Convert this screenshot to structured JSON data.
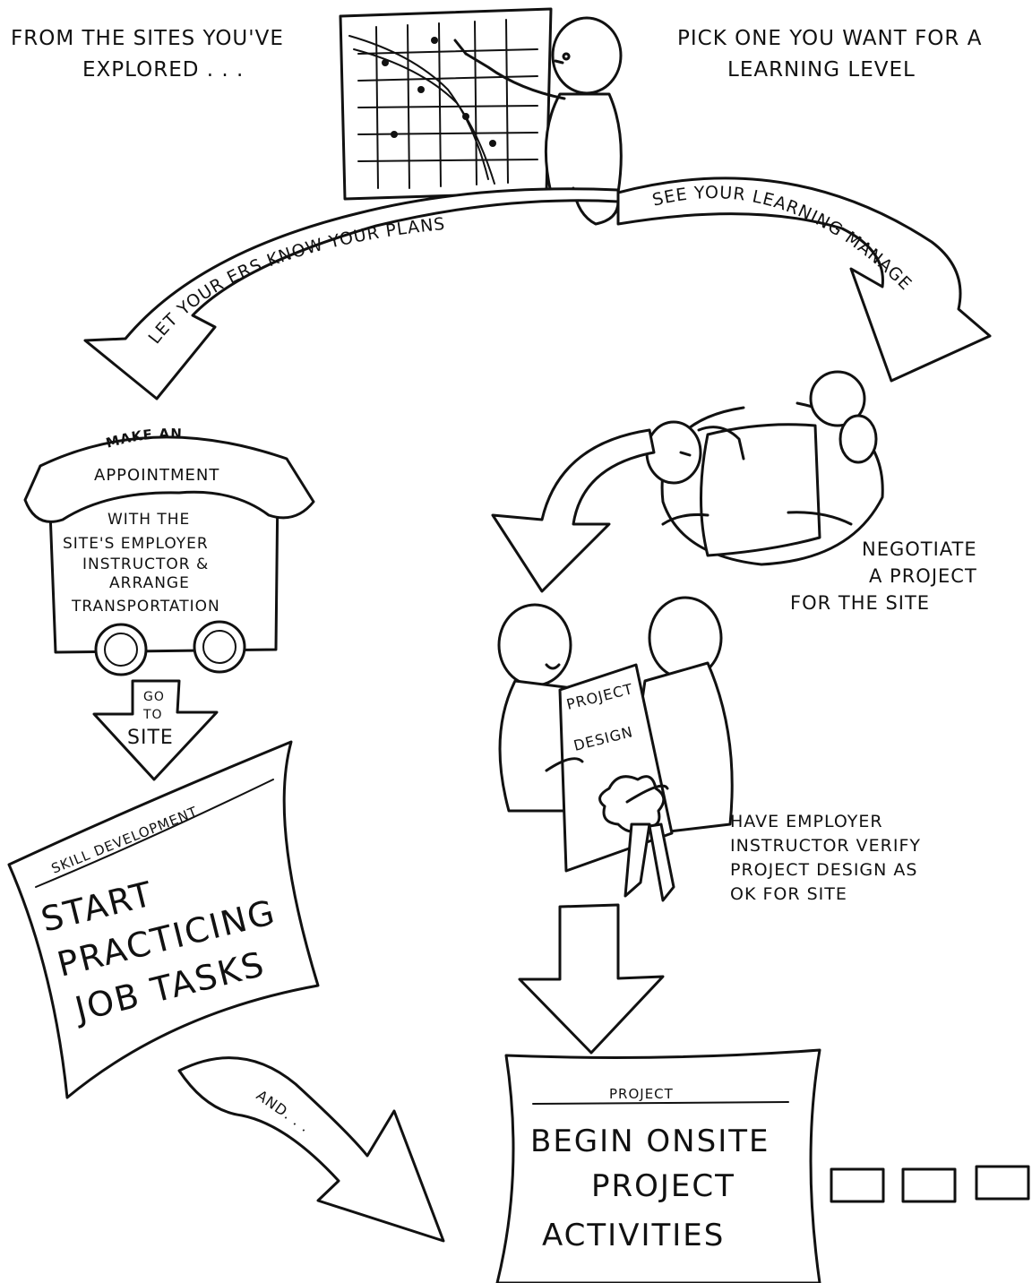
{
  "captions": {
    "from_sites_line1": "FROM THE SITES YOU'VE",
    "from_sites_line2": "EXPLORED . . .",
    "pick_one_line1": "PICK ONE YOU WANT FOR A",
    "pick_one_line2": "LEARNING LEVEL",
    "negotiate_line1": "NEGOTIATE",
    "negotiate_line2": "A PROJECT",
    "negotiate_line3": "FOR THE SITE",
    "verify_line1": "HAVE EMPLOYER",
    "verify_line2": "INSTRUCTOR VERIFY",
    "verify_line3": "PROJECT DESIGN AS",
    "verify_line4": "OK FOR SITE"
  },
  "banners": {
    "see_manager": "SEE YOUR LEARNING MANAGER",
    "let_ers_know": "LET YOUR ERS KNOW YOUR PLANS",
    "and": "AND. . ."
  },
  "bus": {
    "banner_line1": "MAKE AN",
    "banner_line2": "APPOINTMENT",
    "body_line1": "WITH THE",
    "body_line2": "SITE'S EMPLOYER",
    "body_line3": "INSTRUCTOR &",
    "body_line4": "ARRANGE",
    "body_line5": "TRANSPORTATION"
  },
  "go_to_site": {
    "line1": "GO",
    "line2": "TO",
    "line3": "SITE"
  },
  "skill_card": {
    "header": "SKILL DEVELOPMENT",
    "line1": "START",
    "line2": "PRACTICING",
    "line3": "JOB TASKS"
  },
  "project_doc": {
    "line1": "PROJECT",
    "line2": "DESIGN"
  },
  "project_card": {
    "header": "PROJECT",
    "line1": "BEGIN ONSITE",
    "line2": "PROJECT",
    "line3": "ACTIVITIES"
  },
  "continuation_boxes": 3
}
